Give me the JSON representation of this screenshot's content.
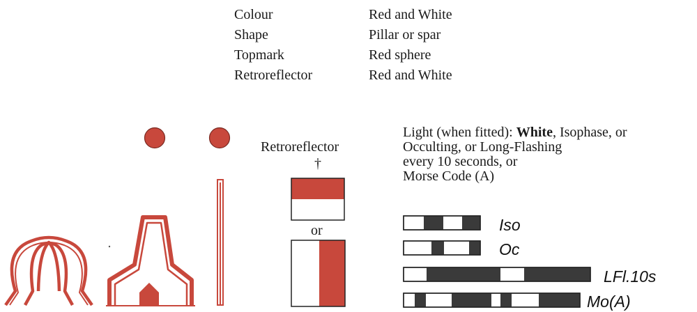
{
  "properties": [
    {
      "key": "Colour",
      "value": "Red and White"
    },
    {
      "key": "Shape",
      "value": "Pillar or spar"
    },
    {
      "key": "Topmark",
      "value": "Red sphere"
    },
    {
      "key": "Retroreflector",
      "value": "Red and White"
    }
  ],
  "retroreflector": {
    "label": "Retroreflector",
    "dagger": "†",
    "or": "or"
  },
  "light": {
    "prefix": "Light (when fitted): ",
    "bold": "White",
    "suffix": ", Isophase, or",
    "line2": "Occulting, or Long-Flashing",
    "line3": "every 10 seconds, or",
    "line4": "Morse Code (A)"
  },
  "codes": [
    "Iso",
    "Oc",
    "LFl.10s",
    "Mo(A)"
  ],
  "colors": {
    "red": "#c8483c",
    "dark": "#3a3a3a",
    "outline": "#222222"
  }
}
